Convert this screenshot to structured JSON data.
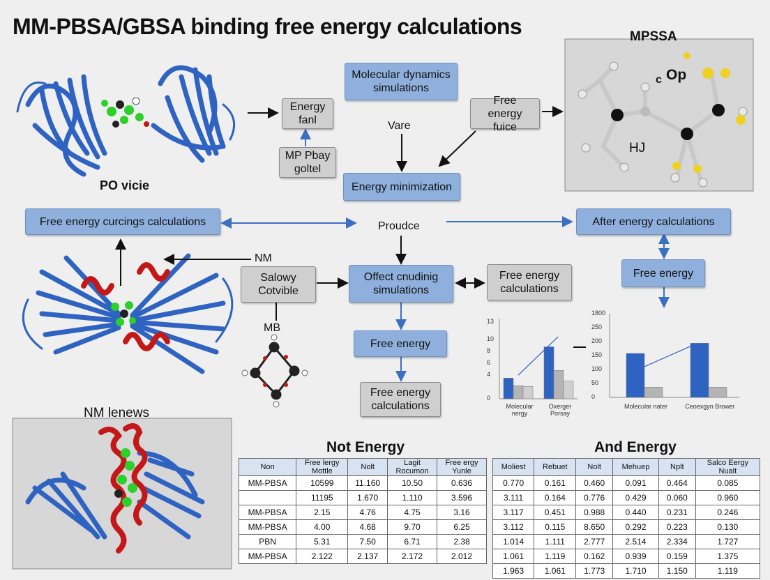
{
  "title": "MM-PBSA/GBSA binding free energy calculations",
  "labels": {
    "po_vicie": "PO vicie",
    "vare": "Vare",
    "proudce": "Proudce",
    "nm": "NM",
    "mb": "MB",
    "nm_lenews": "NM lenews",
    "mpssa": "MPSSA",
    "mol_c": "c",
    "mol_op": "Op",
    "mol_hj": "HJ"
  },
  "boxes": {
    "energy_fanl": "Energy fanl",
    "mp_pbay": "MP Pbay goltel",
    "molecular_dynamics": "Molecular dynamics simulations",
    "free_energy_fuice": "Free energy fuice",
    "energy_minimization": "Energy minimization",
    "free_energy_curcings": "Free energy curcings calculations",
    "after_energy": "After energy calculations",
    "salowy": "Salowy Cotvible",
    "offect": "Offect cnudinig simulations",
    "free_energy_calc_right": "Free energy calculations",
    "free_energy_right": "Free energy",
    "free_energy_mid": "Free energy",
    "free_energy_calc_bottom": "Free energy calculations"
  },
  "chart_data": [
    {
      "type": "bar",
      "categories": [
        "Molecular\nnergy",
        "Oxerger Porsay"
      ],
      "yticks": [
        "0",
        "4",
        "6",
        "8",
        "10",
        "13"
      ],
      "ylim": [
        0,
        13
      ],
      "series": [
        {
          "values": [
            3.5,
            8.8
          ]
        },
        {
          "values": [
            2.2,
            4.8
          ]
        },
        {
          "values": [
            2.1,
            3.0
          ]
        }
      ],
      "trend_line": [
        4.0,
        10.5
      ]
    },
    {
      "type": "bar",
      "categories": [
        "Molecular nater",
        "Ceoexgyn Brower"
      ],
      "yticks": [
        "0",
        "50",
        "100",
        "150",
        "200",
        "250",
        "1800"
      ],
      "series": [
        {
          "values": [
            150,
            185
          ]
        },
        {
          "values": [
            35,
            35
          ]
        }
      ],
      "trend_line": [
        105,
        185
      ]
    }
  ],
  "tables": {
    "left": {
      "title": "Not Energy",
      "headers": [
        "Non",
        "Free lergy\nMottle",
        "Nolt",
        "Lagit\nRocumon",
        "Free ergy\nYunle"
      ],
      "rows": [
        [
          "MM-PBSA",
          "10599",
          "11.160",
          "10.50",
          "0.636"
        ],
        [
          "",
          "11195",
          "1.670",
          "1.110",
          "3.596"
        ],
        [
          "MM-PBSA",
          "2.15",
          "4.76",
          "4.75",
          "3.16"
        ],
        [
          "MM-PBSA",
          "4.00",
          "4.68",
          "9.70",
          "6.25"
        ],
        [
          "PBN",
          "5.31",
          "7.50",
          "6.71",
          "2.38"
        ],
        [
          "MM-PBSA",
          "2.122",
          "2.137",
          "2.172",
          "2.012"
        ]
      ]
    },
    "right": {
      "title": "And Energy",
      "headers": [
        "Moliest",
        "Rebuet",
        "Nolt",
        "Mehuep",
        "Nplt",
        "Salco Eergy\nNualt"
      ],
      "rows": [
        [
          "0.770",
          "0.161",
          "0.460",
          "0.091",
          "0.464",
          "0.085"
        ],
        [
          "3.111",
          "0.164",
          "0.776",
          "0.429",
          "0.060",
          "0.960"
        ],
        [
          "3.117",
          "0.451",
          "0.988",
          "0.440",
          "0.231",
          "0.246"
        ],
        [
          "3.112",
          "0.115",
          "8.650",
          "0.292",
          "0.223",
          "0.130"
        ],
        [
          "1.014",
          "1.111",
          "2.777",
          "2.514",
          "2.334",
          "1.727"
        ],
        [
          "1.061",
          "1.119",
          "0.162",
          "0.939",
          "0.159",
          "1.375"
        ],
        [
          "1.963",
          "1.061",
          "1.773",
          "1.710",
          "1.150",
          "1.119"
        ]
      ]
    }
  },
  "colors": {
    "box_blue": "#8fb0dd",
    "protein_blue": "#2f63c2",
    "helix_red": "#c41818",
    "ligand_green": "#2bd02b",
    "bar_blue": "#2f63c2",
    "bar_gray": "#b4b4b4"
  }
}
